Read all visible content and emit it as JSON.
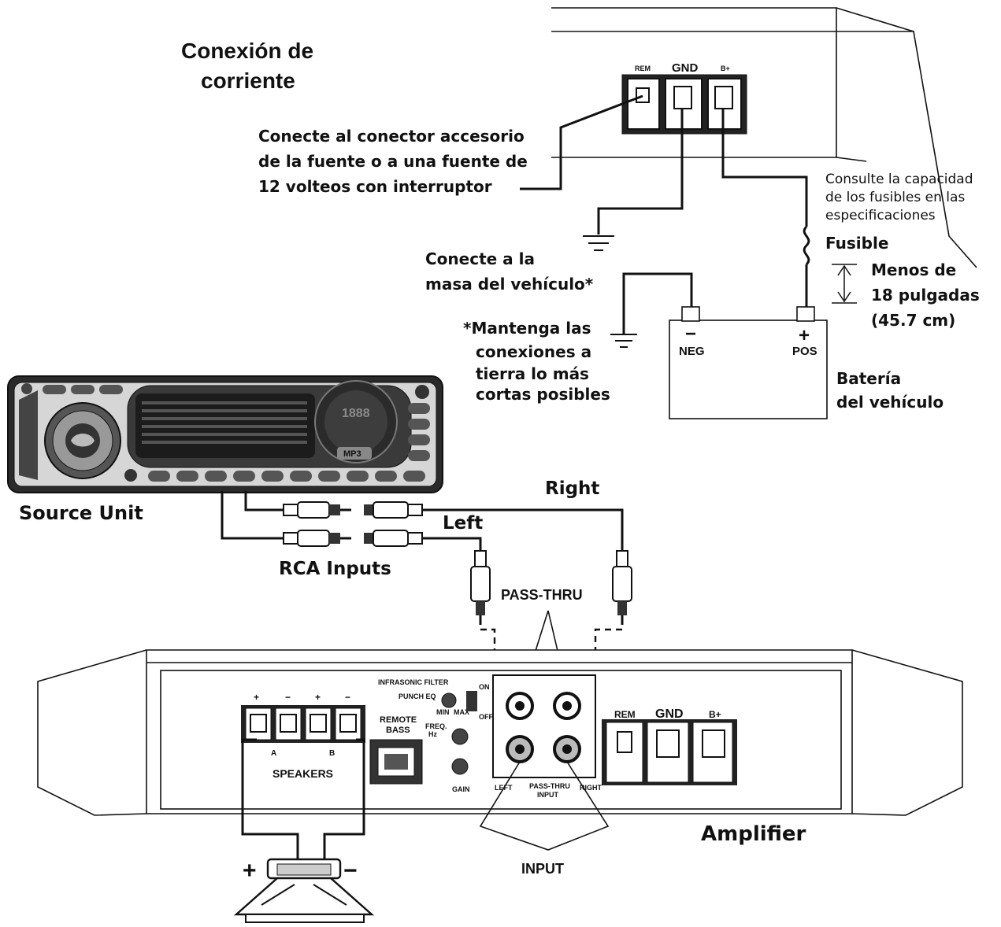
{
  "title": {
    "line1": "Conexión de",
    "line2": "corriente"
  },
  "top_terminals": {
    "rem": "REM",
    "gnd": "GND",
    "bplus": "B+"
  },
  "remote_note": {
    "line1": "Conecte al conector accesorio",
    "line2": "de la fuente o a una fuente de",
    "line3": "12 volteos con interruptor"
  },
  "fuse_note": {
    "line1": "Consulte la capacidad",
    "line2": "de los fusibles en las",
    "line3": "especificaciones"
  },
  "fuse_label": "Fusible",
  "distance_note": {
    "line1": "Menos de",
    "line2": "18 pulgadas",
    "line3": "(45.7 cm)"
  },
  "ground_note": {
    "line1": "Conecte a la",
    "line2": "masa del vehículo*"
  },
  "short_note": {
    "line1": "*Mantenga las",
    "line2": "conexiones a",
    "line3": "tierra lo más",
    "line4": "cortas posibles"
  },
  "battery": {
    "neg_sign": "−",
    "neg": "NEG",
    "pos_sign": "+",
    "pos": "POS",
    "label1": "Batería",
    "label2": "del vehículo"
  },
  "source_unit": {
    "label": "Source Unit",
    "display_text": "MP3",
    "digits": "1888"
  },
  "rca": {
    "right": "Right",
    "left": "Left",
    "inputs": "RCA Inputs"
  },
  "pass_thru": "PASS-THRU",
  "input_label": "INPUT",
  "amplifier": {
    "label": "Amplifier",
    "rem": "REM",
    "gnd": "GND",
    "bplus": "B+",
    "speakers": "SPEAKERS",
    "speaker_a": "A",
    "speaker_b": "B",
    "remote_bass1": "REMOTE",
    "remote_bass2": "BASS",
    "infrasonic": "INFRASONIC FILTER",
    "punch_eq": "PUNCH EQ",
    "freq": "FREQ.",
    "hz": "Hz",
    "gain": "GAIN",
    "on": "ON",
    "off": "OFF",
    "min": "MIN",
    "max": "MAX",
    "left": "LEFT",
    "right": "RIGHT",
    "pass_thru_small": "PASS-THRU",
    "input_small": "INPUT",
    "plus": "+",
    "minus": "−"
  },
  "speaker": {
    "plus": "+",
    "minus": "−"
  }
}
